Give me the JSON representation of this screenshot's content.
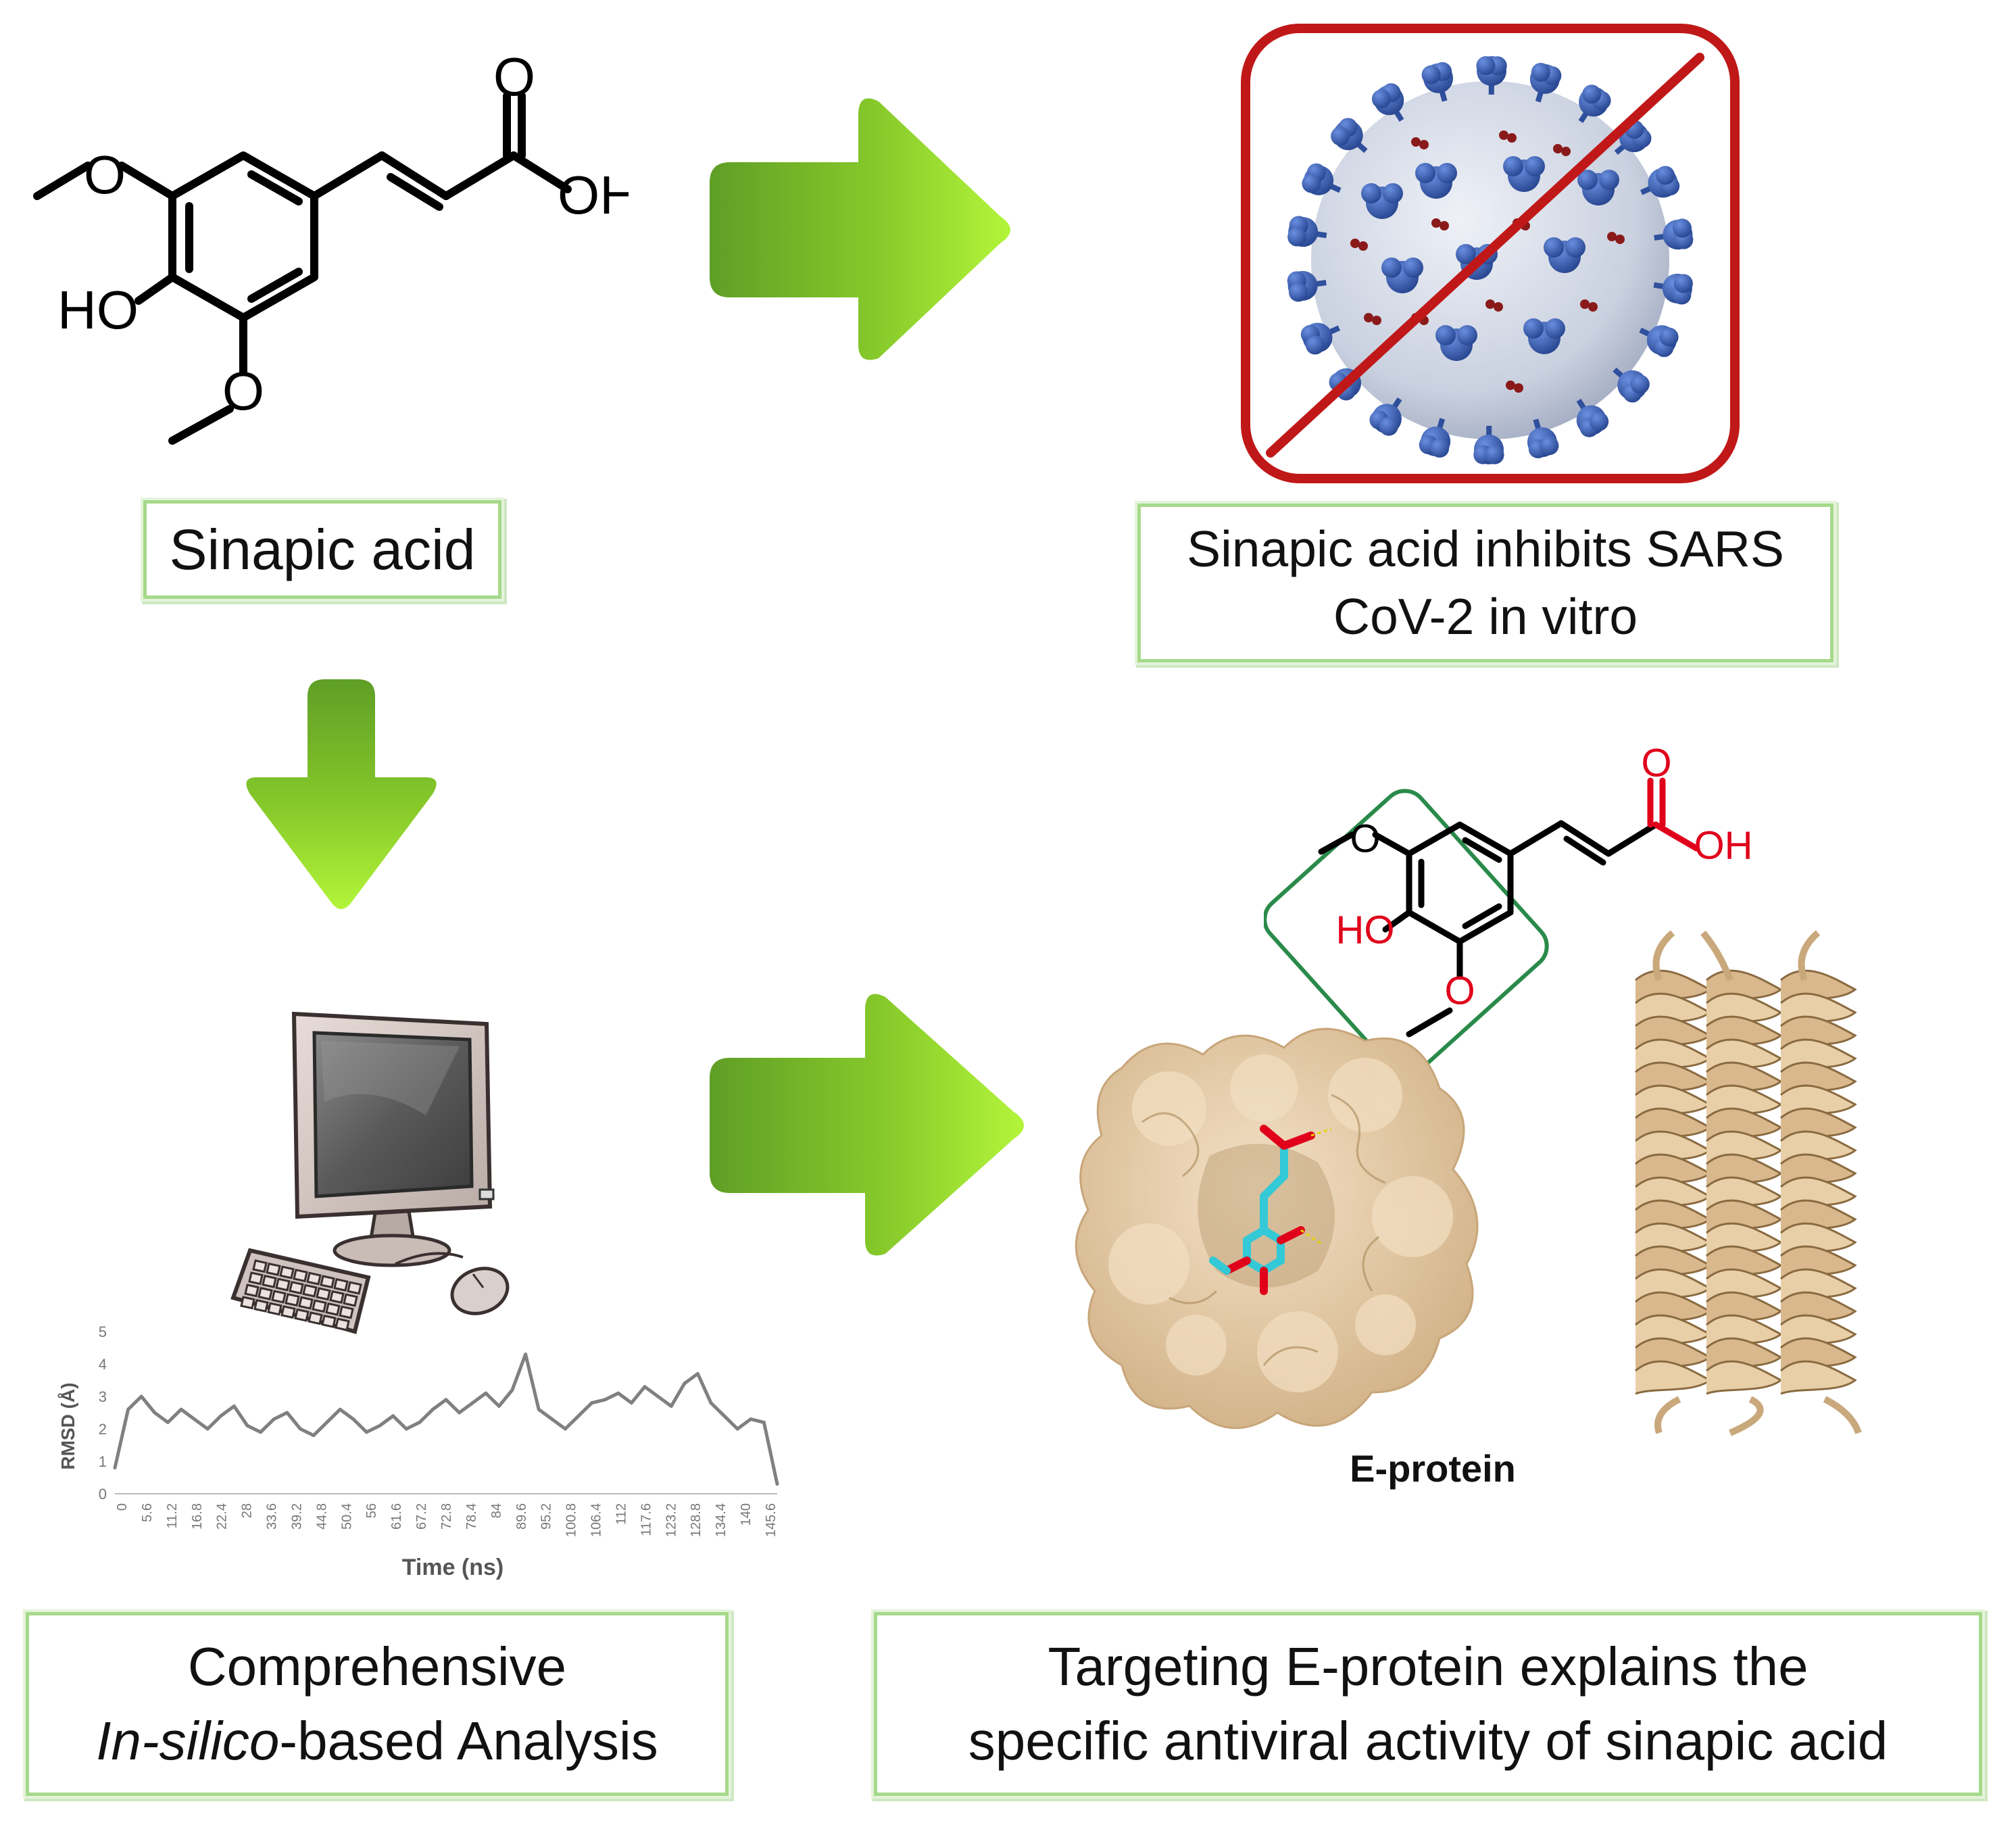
{
  "molecule": {
    "oxygen_label": "O",
    "hydroxyl_label": "OH",
    "phenol_label": "HO"
  },
  "captions": {
    "sinapic_acid": "Sinapic acid",
    "inhibits_line1": "Sinapic acid inhibits SARS",
    "inhibits_line2": "CoV-2 in vitro",
    "insilico_line1": "Comprehensive",
    "insilico_italic": "In-silico",
    "insilico_rest": "-based Analysis",
    "targeting_line1": "Targeting  E-protein explains the",
    "targeting_line2": "specific antiviral activity of sinapic acid"
  },
  "protein_label": "E-protein",
  "chart_data": {
    "type": "line",
    "xlabel": "Time (ns)",
    "ylabel": "RMSD (Å)",
    "ylim": [
      0,
      5
    ],
    "yticks": [
      "0",
      "1",
      "2",
      "3",
      "4",
      "5"
    ],
    "xticks": [
      "0",
      "5.6",
      "11.2",
      "16.8",
      "22.4",
      "28",
      "33.6",
      "39.2",
      "44.8",
      "50.4",
      "56",
      "61.6",
      "67.2",
      "72.8",
      "78.4",
      "84",
      "89.6",
      "95.2",
      "100.8",
      "106.4",
      "112",
      "117.6",
      "123.2",
      "128.8",
      "134.4",
      "140",
      "145.6"
    ],
    "xlim": [
      0,
      150
    ],
    "series": [
      {
        "color": "#808080",
        "x": [
          0,
          3,
          6,
          9,
          12,
          15,
          18,
          21,
          24,
          27,
          30,
          33,
          36,
          39,
          42,
          45,
          48,
          51,
          54,
          57,
          60,
          63,
          66,
          69,
          72,
          75,
          78,
          81,
          84,
          87,
          90,
          93,
          96,
          99,
          102,
          105,
          108,
          111,
          114,
          117,
          120,
          123,
          126,
          129,
          132,
          135,
          138,
          141,
          144,
          147,
          150
        ],
        "y": [
          0.8,
          2.6,
          3.0,
          2.5,
          2.2,
          2.6,
          2.3,
          2.0,
          2.4,
          2.7,
          2.1,
          1.9,
          2.3,
          2.5,
          2.0,
          1.8,
          2.2,
          2.6,
          2.3,
          1.9,
          2.1,
          2.4,
          2.0,
          2.2,
          2.6,
          2.9,
          2.5,
          2.8,
          3.1,
          2.7,
          3.2,
          4.3,
          2.6,
          2.3,
          2.0,
          2.4,
          2.8,
          2.9,
          3.1,
          2.8,
          3.3,
          3.0,
          2.7,
          3.4,
          3.7,
          2.8,
          2.4,
          2.0,
          2.3,
          2.2,
          0.3
        ]
      }
    ]
  },
  "colors": {
    "arrow_dark": "#5e9e24",
    "arrow_light": "#a6ee2a",
    "caption_border": "#a6d98a",
    "prohibition_red": "#c01818",
    "spike_blue": "#2f4f9c",
    "protein_tan": "#dcbf98",
    "ligand_cyan": "#33c9d6",
    "hetero_red": "#e0001a"
  }
}
